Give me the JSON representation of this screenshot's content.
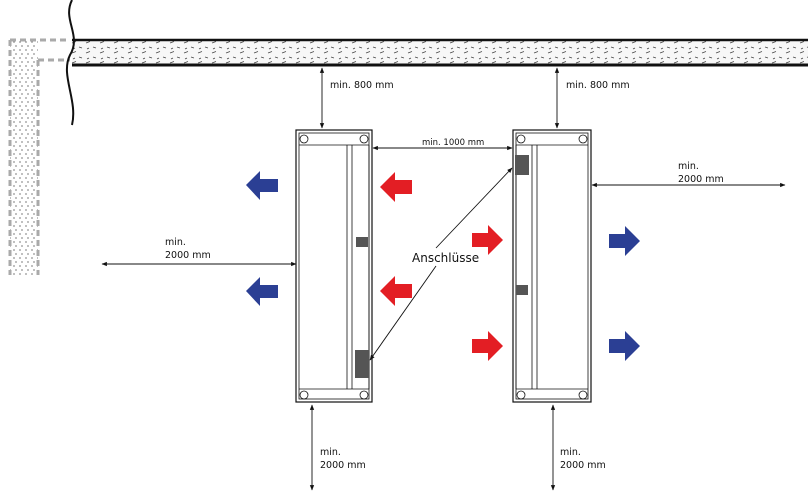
{
  "labels": {
    "top_left": "min. 800 mm",
    "top_right": "min. 800 mm",
    "middle_gap": "min. 1000 mm",
    "left_side_1": "min.",
    "left_side_2": "2000 mm",
    "right_side_1": "min.",
    "right_side_2": "2000 mm",
    "bottom_left_1": "min.",
    "bottom_left_2": "2000 mm",
    "bottom_right_1": "min.",
    "bottom_right_2": "2000 mm",
    "connections": "Anschlüsse"
  },
  "colors": {
    "supply_arrow": "#e31e24",
    "exhaust_arrow": "#2b3f94",
    "ceiling_fill": "#f2f2f2",
    "connector": "#555555"
  }
}
